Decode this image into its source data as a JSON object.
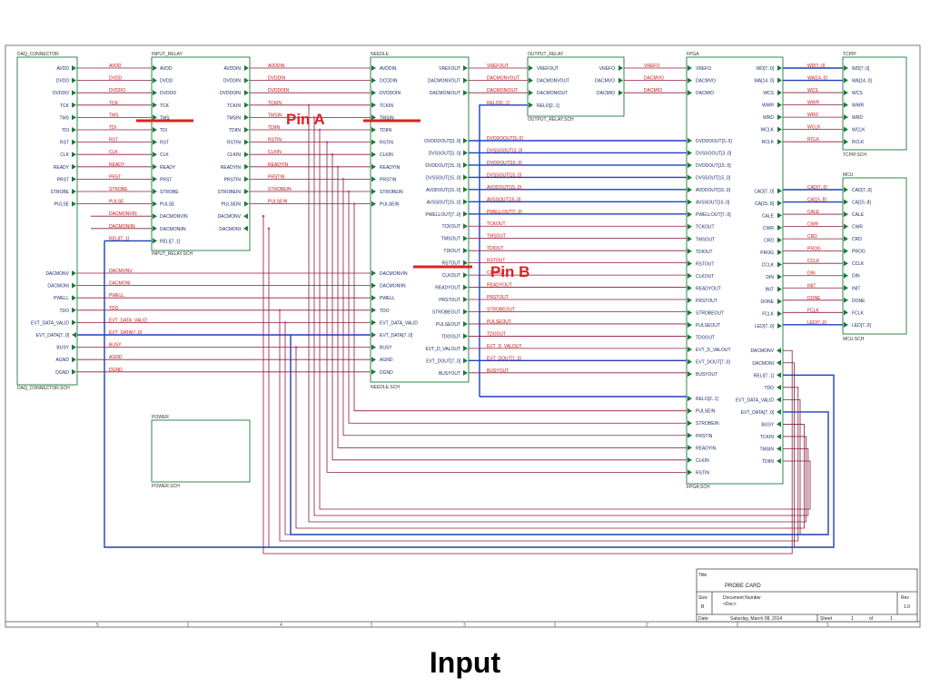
{
  "modules": {
    "daq": {
      "title": "DAQ_CONNECTOR",
      "footer": "DAQ_CONNECTOR.SCH",
      "pins_top": [
        "AVDD",
        "DVDD",
        "DVDDO",
        "TCK",
        "TMS",
        "TDI",
        "RST",
        "CLK",
        "READY",
        "PRST",
        "STROBE",
        "PULSE"
      ],
      "pins_bottom": [
        "DACMONV",
        "DACMONI",
        "PWELL",
        "TDO",
        "EVT_DATA_VALID",
        "EVT_DATA[7..0]",
        "BUSY",
        "AGND",
        "DGND"
      ]
    },
    "input_relay": {
      "title": "INPUT_RELAY",
      "footer": "INPUT_RELAY.SCH",
      "pins_left": [
        "AVDD",
        "DVDD",
        "DVDDO",
        "TCK",
        "TMS",
        "TDI",
        "RST",
        "CLK",
        "READY",
        "PRST",
        "STROBE",
        "PULSE",
        "DACMONVIN",
        "DACMONIIN",
        "RELI[7..1]"
      ],
      "pins_right": [
        "AVDDIN",
        "DVDDIN",
        "DVDDOIN",
        "TCKIN",
        "TMSIN",
        "TDIIN",
        "RSTIN",
        "CLKIN",
        "READYIN",
        "PRSTIN",
        "STROBEIN",
        "PULSEIN",
        "DACMONV",
        "DACMONI"
      ]
    },
    "needle": {
      "title": "NEEDLE",
      "footer": "NEEDLE.SCH",
      "pins_left": [
        "AVDDIN",
        "DCDDIN",
        "DVDDOIN",
        "TCKIN",
        "TMSIN",
        "TDIIN",
        "RSTIN",
        "CLKIN",
        "READYIN",
        "PRSTIN",
        "STROBEIN",
        "PULSEIN"
      ],
      "pins_left_bottom": [
        "DACMONVIN",
        "DACMONIIN",
        "PWELL",
        "TDO",
        "EVT_DATA_VALID",
        "EVT_DATA[7..0]",
        "BUSY",
        "AGND",
        "DGND"
      ],
      "pins_right": [
        "VREFOUT",
        "DACMONVOUT",
        "DACMONIOUT",
        "",
        "",
        "DVDDOOUT[3..0]",
        "DVSSOUT[3..0]",
        "DVDDOUT[15..0]",
        "DVSSOUT[15..0]",
        "AVDDOUT[15..0]",
        "AVSSOUT[15..0]",
        "PWELLOUT[7..0]",
        "TCKOUT",
        "TMSOUT",
        "TDIOUT",
        "RSTOUT",
        "CLKOUT",
        "READYOUT",
        "PRSTOUT",
        "STROBEOUT",
        "PULSEOUT",
        "TDOOUT",
        "EVT_D_VALOUT",
        "EVT_DOUT[7..0]",
        "BUSYOUT"
      ]
    },
    "output_relay": {
      "title": "OUTPUT_RELAY",
      "footer": "OUTPUT_RELAY.SCH",
      "pins_left": [
        "VREFOUT",
        "DACMONVOUT",
        "DACMONIOUT",
        "RELO[2..1]"
      ],
      "pins_right": [
        "VREFO",
        "DACMVO",
        "DACMIO"
      ]
    },
    "fpga": {
      "title": "FPGA",
      "footer": "FPGA.SCH",
      "pins_left": [
        "VREFO",
        "DACMVO",
        "DACMIO",
        "",
        "",
        "DVDDOOUT[3..0]",
        "DVSSOOUT[3..0]",
        "DVDDOUT[15..0]",
        "DVSSOUT[15..0]",
        "AVDDOUT[15..0]",
        "AVSSOUT[15..0]",
        "PWELLOUT[7..0]",
        "TCKOUT",
        "TMSOUT",
        "TDIOUT",
        "RSTOUT",
        "CLKOUT",
        "READYOUT",
        "PRSTOUT",
        "STROBEOUT",
        "PULSEOUT",
        "TDOOUT",
        "EVT_D_VALOUT",
        "EVT_DOUT[7..0]",
        "BUSYOUT",
        "",
        "RELO[2..1]",
        "PULSEIN",
        "STROBEIN",
        "PRSTIN",
        "READYIN",
        "CLKIN",
        "RSTIN"
      ],
      "pins_right": [
        "WD[7..0]",
        "WA[14..0]",
        "WCS",
        "WWR",
        "WRD",
        "WCLK",
        "RCLK",
        "",
        "",
        "",
        "CAD[7..0]",
        "CA[15..8]",
        "CALE",
        "CWR",
        "CRD",
        "PROG",
        "CCLK",
        "DIN",
        "INIT",
        "DONE",
        "FCLK",
        "LED[7..0]",
        "",
        "DACMONV",
        "DACMONI",
        "RELI[7..1]",
        "TDO",
        "EVT_DATA_VALID",
        "EVT_DATA[7..0]",
        "BUSY",
        "TCKIN",
        "TMSIN",
        "TDIIN"
      ]
    },
    "tcpip": {
      "title": "TCPIP",
      "footer": "TCPIP.SCH",
      "pins": [
        "WD[7..0]",
        "WA[14..0]",
        "WCS",
        "WWR",
        "WRD",
        "WCLK",
        "RCLK"
      ]
    },
    "mcu": {
      "title": "MCU",
      "footer": "MCU.SCH",
      "pins": [
        "CAD[7..0]",
        "CA[15..8]",
        "CALE",
        "CWR",
        "CRD",
        "PROG",
        "CCLK",
        "DIN",
        "INIT",
        "DONE",
        "FCLK",
        "LED[7..0]"
      ]
    },
    "power": {
      "title": "POWER",
      "footer": "POWER.SCH"
    }
  },
  "nets": {
    "daq_to_relay": [
      "AVDD",
      "DVDD",
      "DVDDO",
      "TCK",
      "TMS",
      "TDI",
      "RST",
      "CLK",
      "READY",
      "PRST",
      "STROBE",
      "PULSE",
      "DACMONVIN",
      "DACMONIIN",
      "RELI[7..1]"
    ],
    "relay_to_needle": [
      "AVDDIN",
      "DVDDIN",
      "DVDDOIN",
      "TCKIN",
      "TMSIN",
      "TDIIN",
      "RSTIN",
      "CLKIN",
      "READYIN",
      "PRSTIN",
      "STROBEIN",
      "PULSEIN"
    ],
    "daq_bottom": [
      "DACMONV",
      "DACMONI",
      "PWELL",
      "TDO",
      "EVT_DATA_VALID",
      "EVT_DATA[7..0]",
      "BUSY",
      "AGND",
      "DGND"
    ],
    "needle_to_fpga": [
      "VREFOUT",
      "DACMONVOUT",
      "DACMONIOUT",
      "RELO[2..1]",
      "",
      "DVDDOOUT[3..0]",
      "DVSSOOUT[3..0]",
      "DVDDOUT[15..0]",
      "DVSSOUT[15..0]",
      "AVDDOUT[15..0]",
      "AVSSOUT[15..0]",
      "PWELLOUT[7..0]",
      "TCKOUT",
      "TMSOUT",
      "TDIOUT",
      "RSTOUT",
      "CLKOUT",
      "READYOUT",
      "PRSTOUT",
      "STROBEOUT",
      "PULSEOUT",
      "TDOOUT",
      "EVT_D_VALOUT",
      "EVT_DOUT[7..0]",
      "BUSYOUT"
    ],
    "outrelay_to_fpga": [
      "VREFO",
      "DACMVO",
      "DACMIO"
    ],
    "fpga_to_tcpip": [
      "WD[7..0]",
      "WA[14..0]",
      "WCS",
      "WWR",
      "WRD",
      "WCLK",
      "RCLK"
    ],
    "fpga_to_mcu": [
      "CAD[7..0]",
      "CA[15..8]",
      "CALE",
      "CWR",
      "CRD",
      "PROG",
      "CCLK",
      "DIN",
      "INIT",
      "DONE",
      "FCLK",
      "LED[7..0]"
    ]
  },
  "annotations": {
    "pin_a": "Pin A",
    "pin_b": "Pin B"
  },
  "title_block": {
    "title_label": "Title",
    "title": "PROBE CARD",
    "size_label": "Size",
    "size": "B",
    "docnum_label": "Document Number",
    "docnum": "<Doc>",
    "rev_label": "Rev",
    "rev": "1.0",
    "date_label": "Date:",
    "date": "Saturday, March 08, 2014",
    "sheet_label": "Sheet",
    "sheet": "1",
    "of_label": "of",
    "of": "1"
  },
  "border_numbers": [
    "5",
    "4",
    "3",
    "2",
    "1"
  ],
  "caption": "Input",
  "colors": {
    "wire": "#8b1a3a",
    "bus": "#1f3fbf",
    "port": "#1a7a3a",
    "net_label": "#cc1111",
    "annot": "#e02020",
    "box": "#1a7a3a",
    "pin_text": "#1a2a6a"
  }
}
